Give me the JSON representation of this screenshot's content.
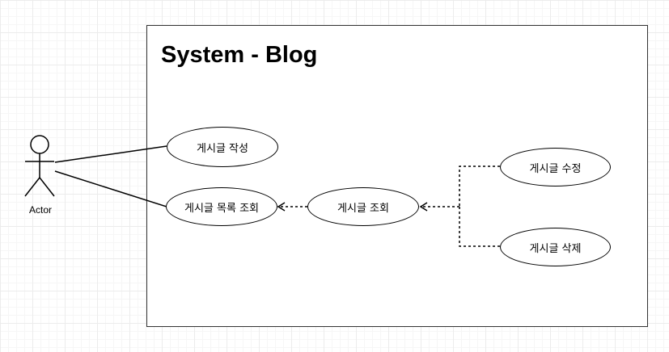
{
  "system": {
    "title": "System - Blog"
  },
  "actor": {
    "label": "Actor"
  },
  "use_cases": {
    "write_post": "게시글 작성",
    "list_posts": "게시글 목록 조회",
    "view_post": "게시글 조회",
    "edit_post": "게시글 수정",
    "delete_post": "게시글 삭제"
  },
  "relationships": [
    {
      "from": "actor",
      "to": "write_post",
      "type": "association"
    },
    {
      "from": "actor",
      "to": "list_posts",
      "type": "association"
    },
    {
      "from": "view_post",
      "to": "list_posts",
      "type": "dependency"
    },
    {
      "from": "edit_post",
      "to": "view_post",
      "type": "dependency"
    },
    {
      "from": "delete_post",
      "to": "view_post",
      "type": "dependency"
    }
  ],
  "colors": {
    "stroke": "#000000",
    "boundary": "#333333",
    "grid": "#ececec",
    "background": "#ffffff"
  }
}
